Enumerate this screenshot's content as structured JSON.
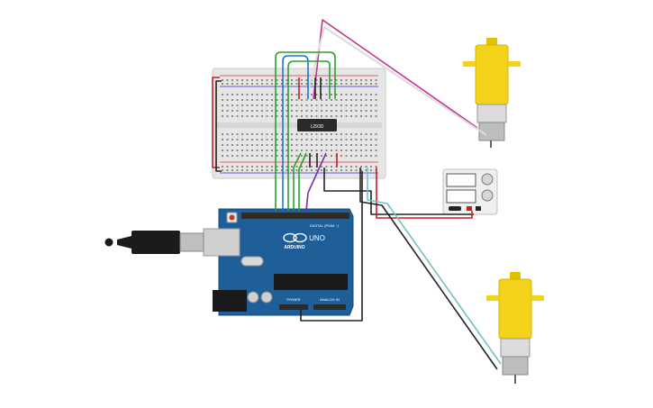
{
  "arduino": {
    "brand": "ARDUINO",
    "model": "UNO",
    "digital_header_label": "DIGITAL (PWM ~)",
    "power_header_label": "POWER",
    "analog_header_label": "ANALOG IN",
    "ic_label": "L293D"
  },
  "colors": {
    "breadboard": "#e8e8e8",
    "breadboard_rail_red": "#d33",
    "breadboard_rail_blue": "#33c",
    "arduino_blue": "#1f5f99",
    "motor_yellow": "#f2d21a",
    "wire_red": "#c81e1e",
    "wire_black": "#222222",
    "wire_green": "#2ca02c",
    "wire_blue": "#1f77c9",
    "wire_magenta": "#c2338f",
    "wire_teal": "#6fc3c3",
    "wire_purple": "#7a2fa8"
  }
}
